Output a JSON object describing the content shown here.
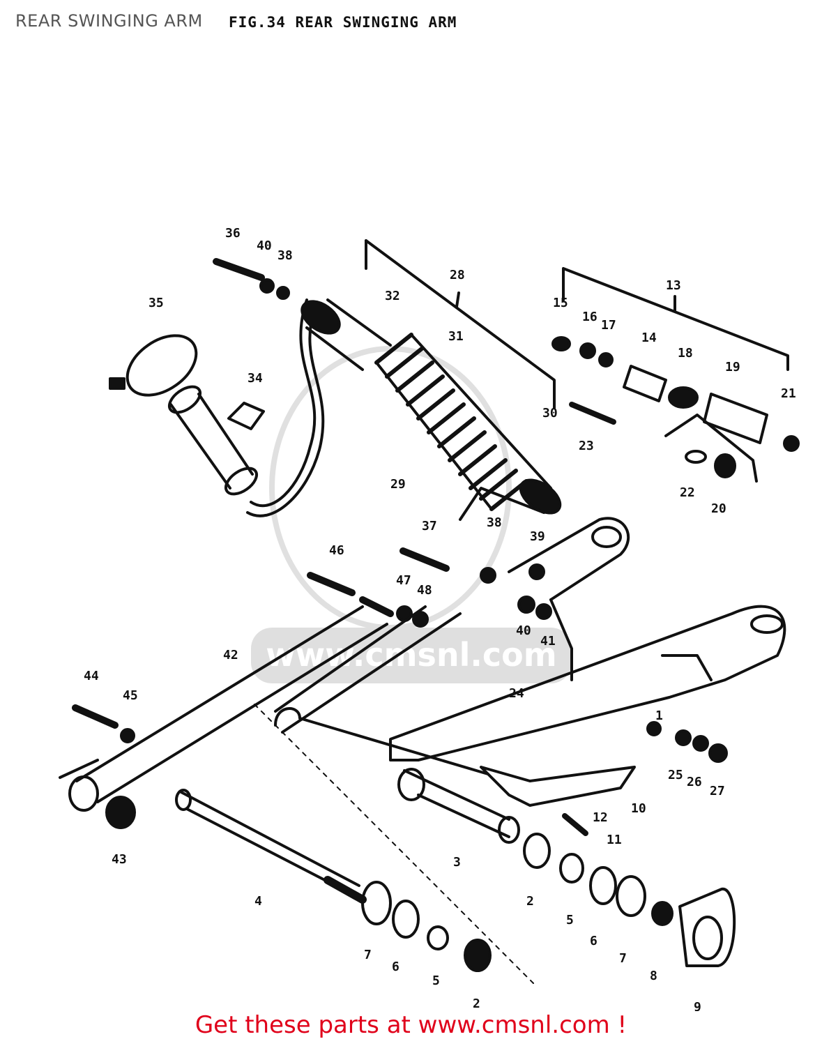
{
  "header": {
    "title": "REAR SWINGING ARM",
    "figure_title": "FIG.34   REAR SWINGING ARM"
  },
  "watermark": "www.cmsnl.com",
  "footer": {
    "text": "Get these parts at www.cmsnl.com !"
  },
  "colors": {
    "footer": "#e0001a",
    "title": "#555555",
    "ink": "#111111"
  },
  "callouts": [
    "36",
    "40",
    "38",
    "35",
    "34",
    "32",
    "28",
    "31",
    "30",
    "13",
    "15",
    "16",
    "17",
    "14",
    "18",
    "19",
    "21",
    "23",
    "22",
    "20",
    "29",
    "37",
    "38",
    "39",
    "46",
    "47",
    "48",
    "40",
    "41",
    "42",
    "24",
    "44",
    "45",
    "43",
    "4",
    "3",
    "2",
    "5",
    "6",
    "7",
    "8",
    "9",
    "10",
    "11",
    "12",
    "25",
    "26",
    "27",
    "7",
    "6",
    "5",
    "2",
    "1"
  ]
}
